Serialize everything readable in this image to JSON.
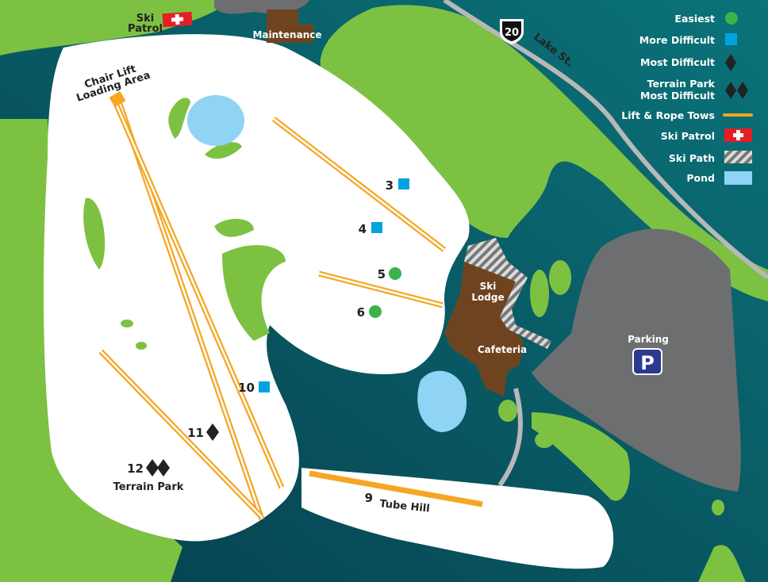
{
  "map": {
    "labels": {
      "ski_patrol_line1": "Ski",
      "ski_patrol_line2": "Patrol",
      "maintenance": "Maintenance",
      "chair_lift_line1": "Chair Lift",
      "chair_lift_line2": "Loading Area",
      "ski_lodge_line1": "Ski",
      "ski_lodge_line2": "Lodge",
      "cafeteria": "Cafeteria",
      "parking": "Parking",
      "parking_sign": "P",
      "highway": "20",
      "street": "Lake St.",
      "terrain_park": "Terrain Park",
      "tube_hill": "Tube Hill"
    },
    "runs": [
      {
        "number": "3",
        "difficulty": "more-difficult"
      },
      {
        "number": "4",
        "difficulty": "more-difficult"
      },
      {
        "number": "5",
        "difficulty": "easiest"
      },
      {
        "number": "6",
        "difficulty": "easiest"
      },
      {
        "number": "9",
        "difficulty": "tube-hill"
      },
      {
        "number": "10",
        "difficulty": "more-difficult"
      },
      {
        "number": "11",
        "difficulty": "most-difficult"
      },
      {
        "number": "12",
        "difficulty": "terrain-park"
      }
    ]
  },
  "legend": [
    {
      "label": "Easiest",
      "icon": "green-circle-icon"
    },
    {
      "label": "More Difficult",
      "icon": "blue-square-icon"
    },
    {
      "label": "Most Difficult",
      "icon": "black-diamond-icon"
    },
    {
      "label_line1": "Terrain Park",
      "label_line2": "Most Difficult",
      "icon": "double-black-diamond-icon"
    },
    {
      "label": "Lift & Rope Tows",
      "icon": "lift-line-icon"
    },
    {
      "label": "Ski Patrol",
      "icon": "ski-patrol-cross-icon"
    },
    {
      "label": "Ski Path",
      "icon": "ski-path-hatch-icon"
    },
    {
      "label": "Pond",
      "icon": "pond-icon"
    }
  ],
  "colors": {
    "water": "#0b5f6a",
    "grass": "#7dc142",
    "snow": "#ffffff",
    "lift": "#f5a623",
    "building": "#6e4420",
    "parking": "#6d6e70",
    "pond": "#8fd3f5",
    "easiest": "#3bb34a",
    "more_difficult": "#00a3e0",
    "ski_patrol": "#e31e24",
    "parking_sign": "#2b3a8c"
  }
}
